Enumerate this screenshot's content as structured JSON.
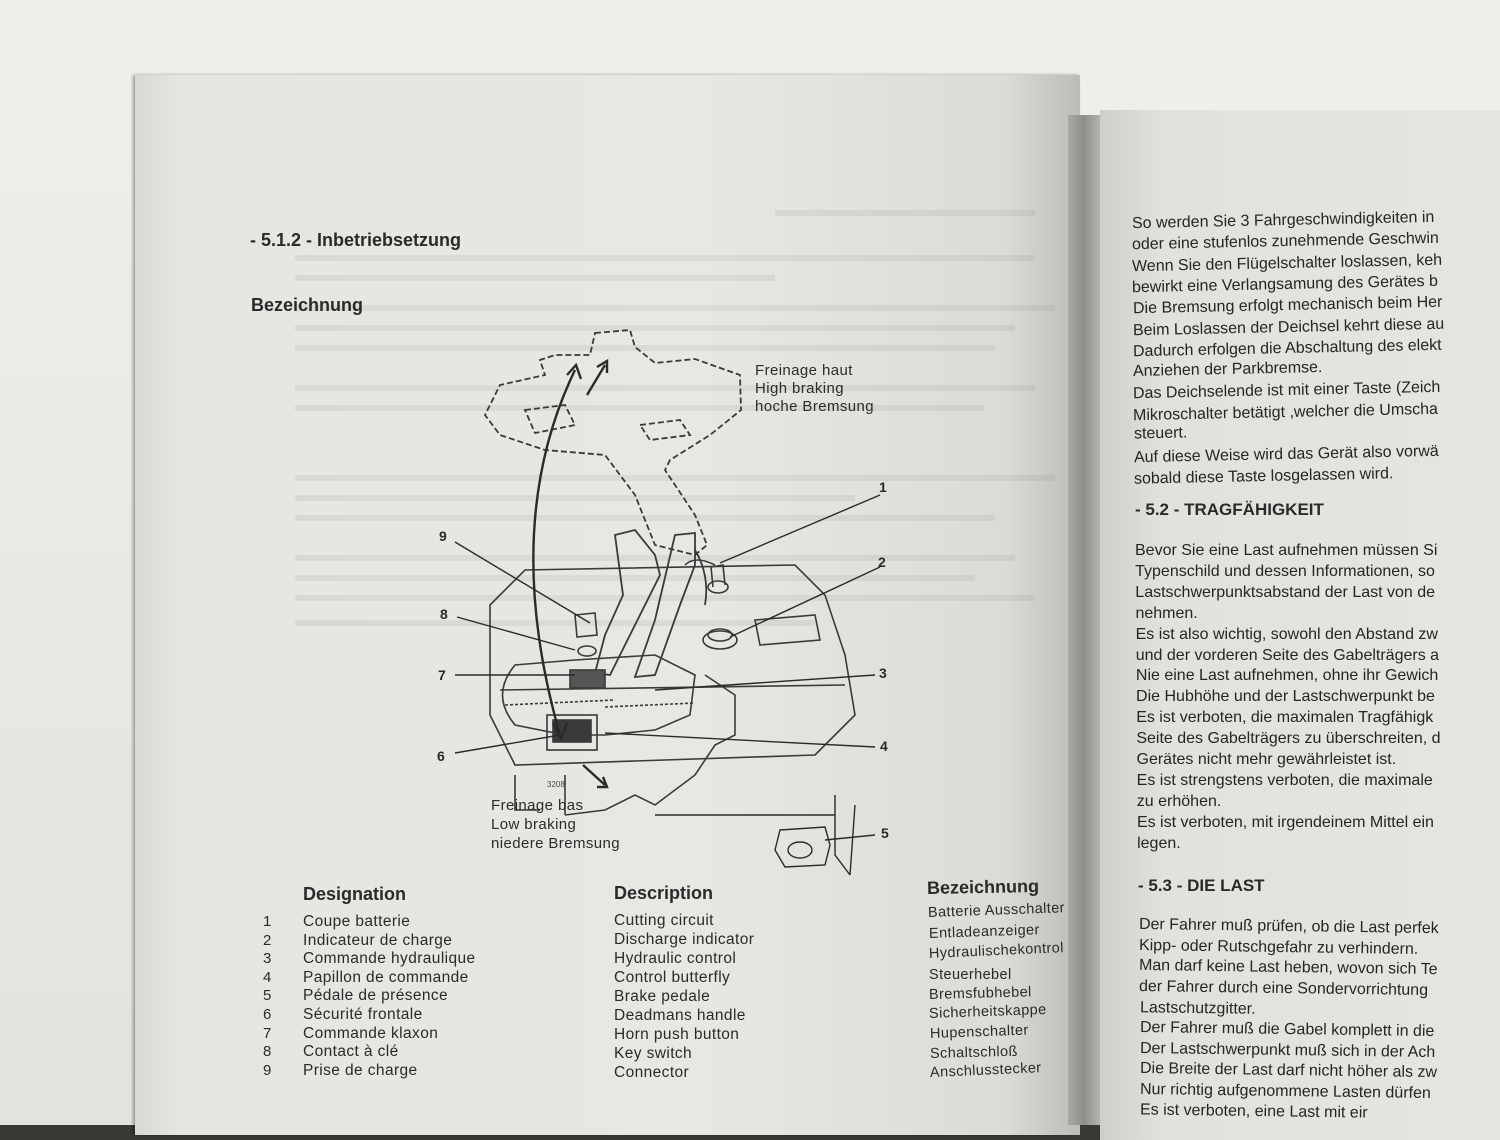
{
  "left": {
    "section_heading": "- 5.1.2 - Inbetriebsetzung",
    "subheading": "Bezeichnung",
    "figure": {
      "labels": {
        "high": [
          "Freinage haut",
          "High braking",
          "hoche Bremsung"
        ],
        "low": [
          "Freinage bas",
          "Low braking",
          "niedere Bremsung"
        ],
        "code": "3208"
      },
      "callouts": [
        "1",
        "2",
        "3",
        "4",
        "5",
        "6",
        "7",
        "8",
        "9"
      ]
    },
    "table": {
      "headers": {
        "designation": "Designation",
        "description": "Description",
        "bezeichnung": "Bezeichnung"
      },
      "rows": [
        {
          "n": "1",
          "fr": "Coupe batterie",
          "en": "Cutting  circuit",
          "de": "Batterie  Ausschalter"
        },
        {
          "n": "2",
          "fr": "Indicateur de charge",
          "en": "Discharge   indicator",
          "de": "Entladeanzeiger"
        },
        {
          "n": "3",
          "fr": "Commande hydraulique",
          "en": "Hydraulic  control",
          "de": "Hydraulischekontrol"
        },
        {
          "n": "4",
          "fr": "Papillon de commande",
          "en": "Control  butterfly",
          "de": "Steuerhebel"
        },
        {
          "n": "5",
          "fr": "Pédale de présence",
          "en": "Brake pedale",
          "de": "Bremsfubhebel"
        },
        {
          "n": "6",
          "fr": "Sécurité frontale",
          "en": "Deadmans handle",
          "de": "Sicherheitskappe"
        },
        {
          "n": "7",
          "fr": "Commande klaxon",
          "en": "Horn push button",
          "de": "Hupenschalter"
        },
        {
          "n": "8",
          "fr": "Contact à clé",
          "en": "Key  switch",
          "de": "Schaltschloß"
        },
        {
          "n": "9",
          "fr": "Prise de charge",
          "en": "Connector",
          "de": "Anschlusstecker"
        }
      ]
    }
  },
  "right": {
    "block1": [
      "So werden Sie 3 Fahrgeschwindigkeiten in",
      "oder eine stufenlos zunehmende Geschwin",
      "Wenn Sie den Flügelschalter loslassen, keh",
      "bewirkt eine Verlangsamung des Gerätes b",
      "Die Bremsung erfolgt mechanisch beim Her",
      "Beim Loslassen der Deichsel kehrt diese au",
      "Dadurch erfolgen die Abschaltung des elekt",
      "Anziehen der Parkbremse.",
      "Das Deichselende ist mit einer Taste (Zeich",
      "Mikroschalter betätigt ,welcher die Umscha",
      "steuert.",
      "Auf diese Weise wird das Gerät also vorwä",
      "sobald diese Taste losgelassen wird."
    ],
    "heading2": "- 5.2 - TRAGFÄHIGKEIT",
    "block2": [
      "Bevor Sie eine Last aufnehmen müssen Si",
      "Typenschild und dessen Informationen, so",
      "Lastschwerpunktsabstand der Last von de",
      "nehmen.",
      "Es ist also wichtig, sowohl den Abstand zw",
      "und der vorderen Seite des Gabelträgers a",
      "Nie eine Last aufnehmen, ohne ihr Gewich",
      "Die Hubhöhe und der Lastschwerpunkt be",
      "Es ist verboten, die maximalen Tragfähigk",
      "Seite des Gabelträgers zu überschreiten, d",
      "Gerätes nicht mehr gewährleistet ist.",
      "Es ist strengstens verboten, die maximale",
      "zu erhöhen.",
      "Es ist verboten, mit irgendeinem Mittel ein",
      "legen."
    ],
    "heading3": "- 5.3 - DIE LAST",
    "block3": [
      "Der Fahrer muß prüfen, ob die Last perfek",
      "Kipp- oder Rutschgefahr zu verhindern.",
      "Man darf keine Last heben, wovon sich Te",
      "der Fahrer durch eine Sondervorrichtung",
      "Lastschutzgitter.",
      "Der Fahrer muß die Gabel komplett in die",
      "Der Lastschwerpunkt muß sich in der Ach",
      "Die Breite der Last darf nicht höher als zw",
      "Nur richtig aufgenommene Lasten dürfen",
      "Es ist verboten, eine Last mit eir"
    ]
  }
}
